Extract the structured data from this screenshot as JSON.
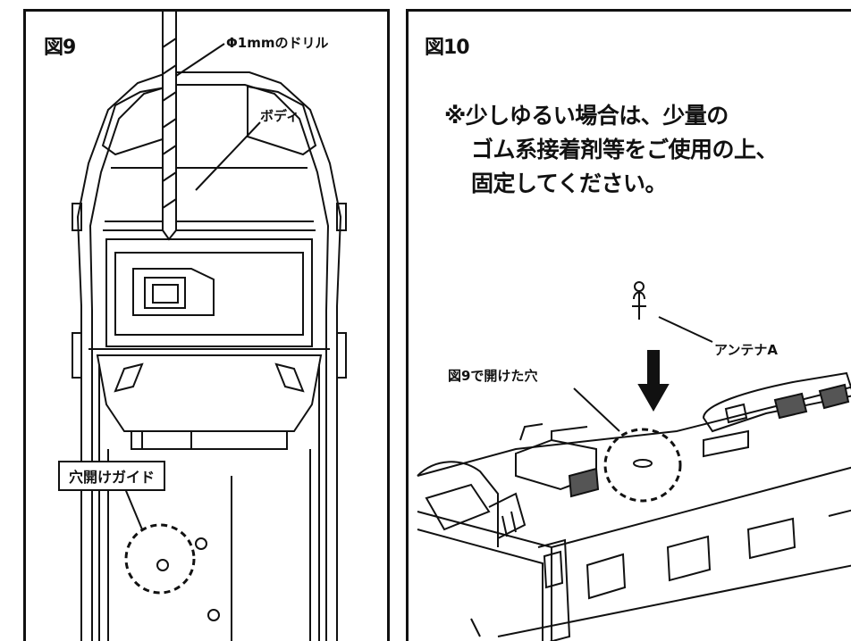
{
  "fig9": {
    "title": "図9",
    "drill_label": "Φ1mmのドリル",
    "body_label": "ボディ",
    "guide_label": "穴開けガイド"
  },
  "fig10": {
    "title": "図10",
    "note_line1": "※少しゆるい場合は、少量の",
    "note_line2": "ゴム系接着剤等をご使用の上、",
    "note_line3": "固定してください。",
    "antenna_label": "アンテナA",
    "hole_label": "図9で開けた穴"
  }
}
